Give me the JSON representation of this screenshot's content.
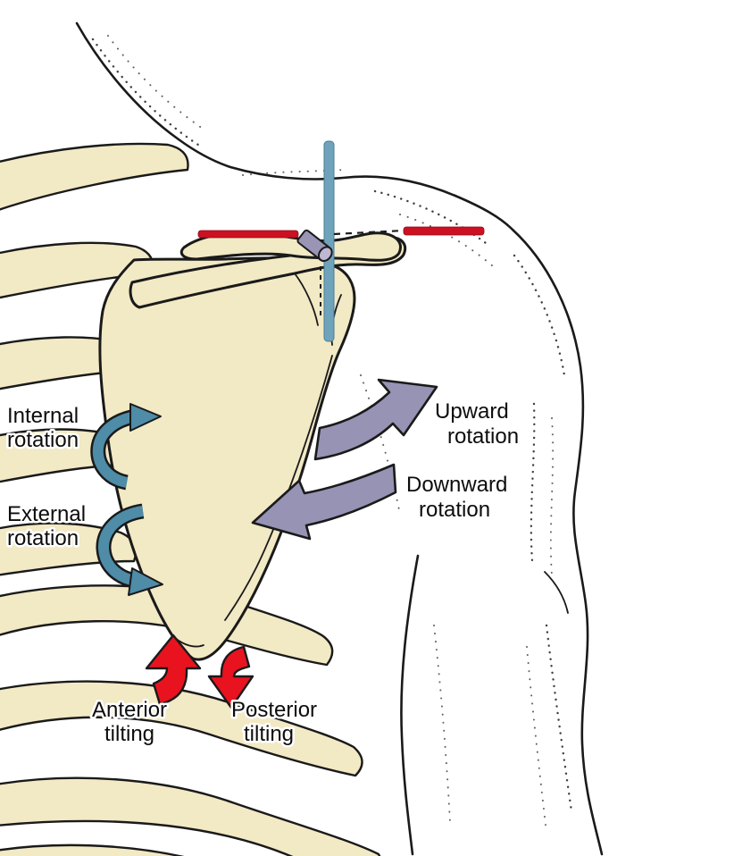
{
  "figure": {
    "labels": {
      "internal_rotation": {
        "line1": "Internal",
        "line2": "rotation"
      },
      "external_rotation": {
        "line1": "External",
        "line2": "rotation"
      },
      "upward_rotation": {
        "line1": "Upward",
        "line2": "rotation"
      },
      "downward_rotation": {
        "line1": "Downward",
        "line2": "rotation"
      },
      "anterior_tilting": {
        "line1": "Anterior",
        "line2": "tilting"
      },
      "posterior_tilting": {
        "line1": "Posterior",
        "line2": "tilting"
      }
    },
    "colors": {
      "background": "#ffffff",
      "bone": "#f2e9c5",
      "bone_outline": "#1a1a1a",
      "rotation_arrow_blue": "#4e8ca8",
      "rotation_arrow_purple": "#9693b4",
      "tilt_arrow_red": "#e8131f",
      "axis_rod_blue": "#6fa3bc",
      "axis_rod_red": "#cc1122",
      "axis_cylinder_purple": "#9a94b5"
    }
  }
}
